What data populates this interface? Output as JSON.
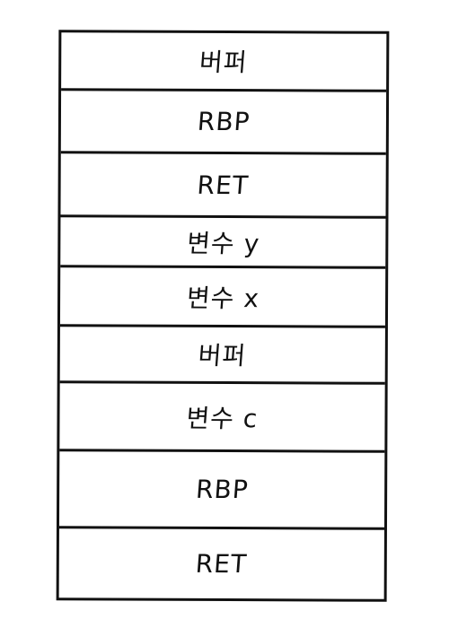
{
  "stack": {
    "cells": [
      {
        "label": "버퍼"
      },
      {
        "label": "RBP"
      },
      {
        "label": "RET"
      },
      {
        "label": "변수 y"
      },
      {
        "label": "변수 x"
      },
      {
        "label": "버퍼"
      },
      {
        "label": "변수 c"
      },
      {
        "label": "RBP"
      },
      {
        "label": "RET"
      }
    ]
  }
}
